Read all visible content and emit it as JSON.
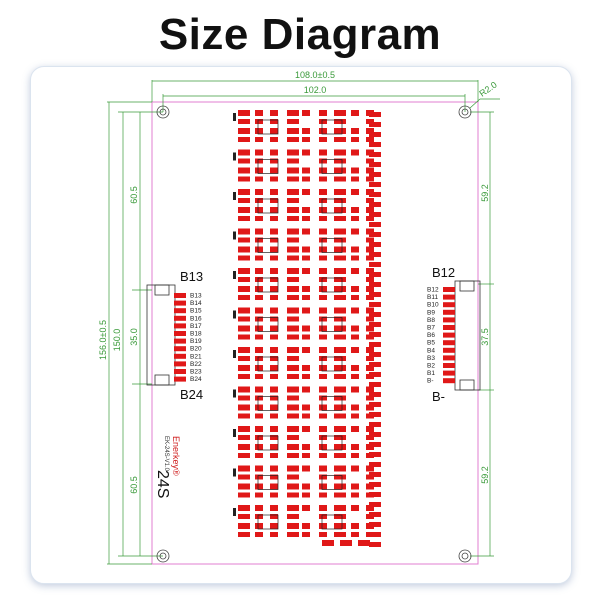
{
  "title": "Size Diagram",
  "dimensions": {
    "overall_width": "108.0±0.5",
    "hole_span_width": "102.0",
    "corner_radius": "R2.0",
    "overall_height": "156.0±0.5",
    "left_inner_height": "150.0",
    "left_top": "60.5",
    "left_mid": "35.0",
    "left_bottom": "60.5",
    "right_top": "59.2",
    "right_mid": "37.5",
    "right_bottom": "59.2"
  },
  "left_connector": {
    "top_label": "B13",
    "bottom_label": "B24",
    "pins": [
      "B13",
      "B14",
      "B15",
      "B16",
      "B17",
      "B18",
      "B19",
      "B20",
      "B21",
      "B22",
      "B23",
      "B24"
    ]
  },
  "right_connector": {
    "top_label": "B12",
    "bottom_label": "B-",
    "pins": [
      "B12",
      "B11",
      "B10",
      "B9",
      "B8",
      "B7",
      "B6",
      "B5",
      "B4",
      "B3",
      "B2",
      "B1",
      "B-"
    ]
  },
  "board": {
    "brand": "Enerkey®",
    "model": "EK-24S-V1.0",
    "series": "24S"
  },
  "colors": {
    "dimension": "#3a9a3a",
    "outline": "#e07fd0",
    "component": "#e01818"
  }
}
